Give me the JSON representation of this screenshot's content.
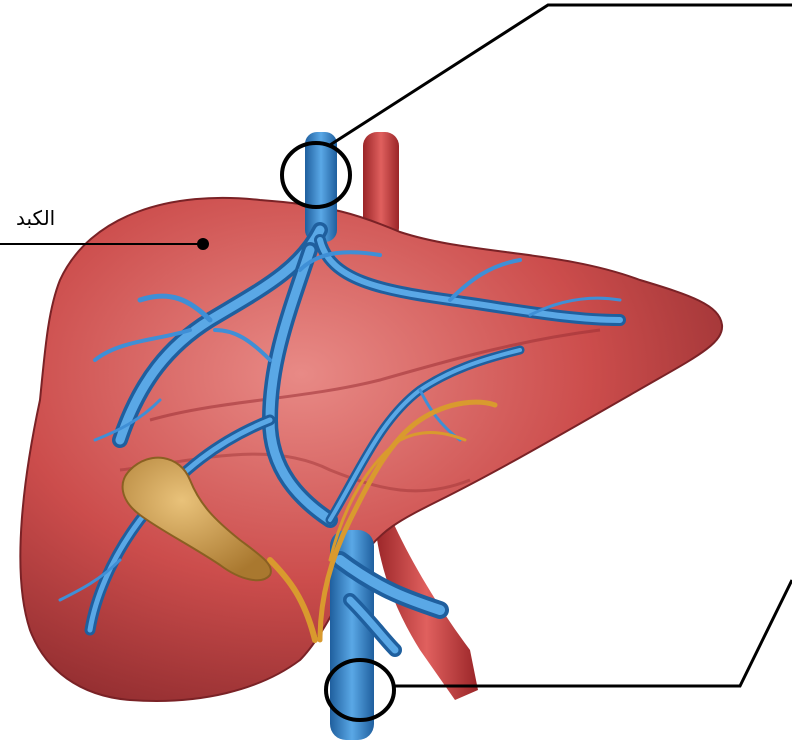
{
  "labels": {
    "liver": "الكبد"
  },
  "colors": {
    "liver": "#c9494a",
    "liver_dark": "#8f2a2e",
    "liver_light": "#e07a78",
    "vein": "#3f8fd6",
    "vein_dark": "#1f5f9e",
    "artery": "#c8393b",
    "gallbladder": "#c99a45",
    "bile_duct": "#d99a2e",
    "callout": "#000000"
  },
  "icons": [
    "upper-vessel-marker-circle",
    "lower-vessel-marker-circle",
    "liver-leader-dot"
  ]
}
